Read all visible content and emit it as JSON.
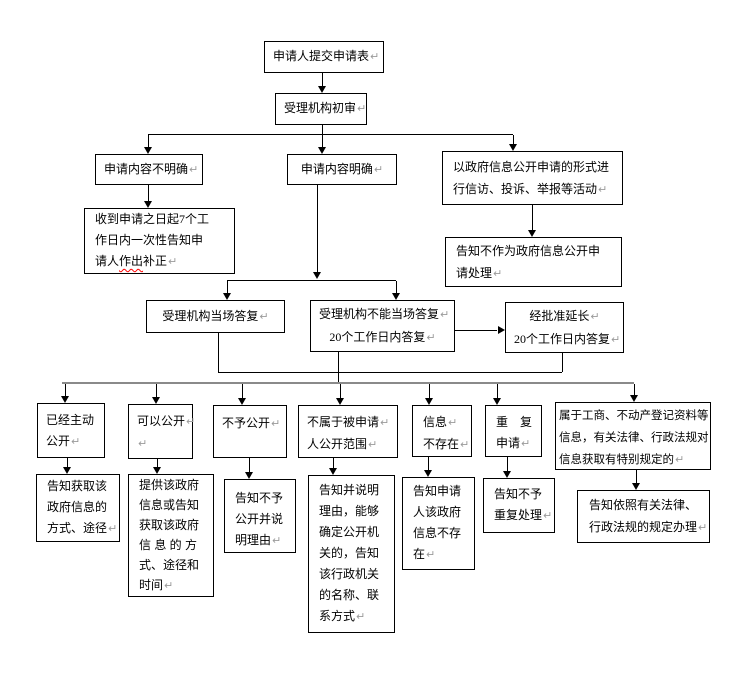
{
  "glyphs": {
    "pilcrow": "↵"
  },
  "colors": {
    "box_border": "#000000",
    "line": "#000000",
    "long_splitter": "#8a8a8a",
    "spellcheck_underline": "#ff0000",
    "paragraph_mark": "#9a9a9a"
  },
  "nodes": {
    "submit": {
      "lines": [
        "申请人提交申请表"
      ],
      "marks": [
        1
      ]
    },
    "review": {
      "lines": [
        "受理机构初审"
      ],
      "marks": [
        1
      ]
    },
    "unclear": {
      "lines": [
        "申请内容不明确"
      ],
      "marks": [
        1
      ]
    },
    "clear": {
      "lines": [
        "申请内容明确"
      ],
      "marks": [
        1
      ]
    },
    "petition": {
      "lines": [
        "以政府信息公开申请的形式进",
        "行信访、投诉、举报等活动"
      ],
      "marks": [
        0,
        1
      ]
    },
    "supplement": {
      "lines": [
        "收到申请之日起7个工",
        "作日内一次性告知申",
        "请人作出补正"
      ],
      "marks": [
        0,
        0,
        1
      ],
      "err": {
        "line": 2,
        "word": "作出"
      }
    },
    "notprocess": {
      "lines": [
        "告知不作为政府信息公开申",
        "请处理"
      ],
      "marks": [
        0,
        1
      ]
    },
    "onspot": {
      "lines": [
        "受理机构当场答复"
      ],
      "marks": [
        1
      ]
    },
    "cannot": {
      "lines": [
        "受理机构不能当场答复",
        "20个工作日内答复"
      ],
      "marks": [
        1,
        1
      ]
    },
    "extend": {
      "lines": [
        "经批准延长",
        "20个工作日内答复"
      ],
      "marks": [
        1,
        1
      ]
    },
    "d1": {
      "lines": [
        "已经主动",
        "公开"
      ],
      "marks": [
        0,
        1
      ]
    },
    "d2": {
      "lines": [
        "可以公开",
        ""
      ],
      "marks": [
        1,
        1
      ]
    },
    "d3": {
      "lines": [
        "不予公开"
      ],
      "marks": [
        1
      ]
    },
    "d4": {
      "lines": [
        "不属于被申请",
        "人公开范围"
      ],
      "marks": [
        1,
        1
      ]
    },
    "d5": {
      "lines": [
        "信息",
        "不存在"
      ],
      "marks": [
        1,
        1
      ]
    },
    "d6": {
      "lines": [
        "重　复",
        "申请"
      ],
      "marks": [
        0,
        1
      ]
    },
    "d7": {
      "lines": [
        "属于工商、不动产登记资料等",
        "信息，有关法律、行政法规对",
        "信息获取有特别规定的"
      ],
      "marks": [
        0,
        0,
        1
      ]
    },
    "e1": {
      "lines": [
        "告知获取该",
        "政府信息的",
        "方式、途径"
      ],
      "marks": [
        0,
        0,
        1
      ]
    },
    "e2": {
      "lines": [
        "提供该政府",
        "信息或告知",
        "获取该政府",
        "信 息 的 方",
        "式、途径和",
        "时间"
      ],
      "marks": [
        0,
        0,
        0,
        0,
        0,
        1
      ]
    },
    "e3": {
      "lines": [
        "告知不予",
        "公开并说",
        "明理由"
      ],
      "marks": [
        0,
        0,
        1
      ]
    },
    "e4": {
      "lines": [
        "告知并说明",
        "理由，能够",
        "确定公开机",
        "关的，告知",
        "该行政机关",
        "的名称、联",
        "系方式"
      ],
      "marks": [
        0,
        0,
        0,
        0,
        0,
        0,
        1
      ]
    },
    "e5": {
      "lines": [
        "告知申请",
        "人该政府",
        "信息不存",
        "在"
      ],
      "marks": [
        0,
        0,
        0,
        1
      ]
    },
    "e6": {
      "lines": [
        "告知不予",
        "重复处理"
      ],
      "marks": [
        0,
        1
      ]
    },
    "e7": {
      "lines": [
        "告知依照有关法律、",
        "行政法规的规定办理"
      ],
      "marks": [
        0,
        1
      ]
    }
  }
}
